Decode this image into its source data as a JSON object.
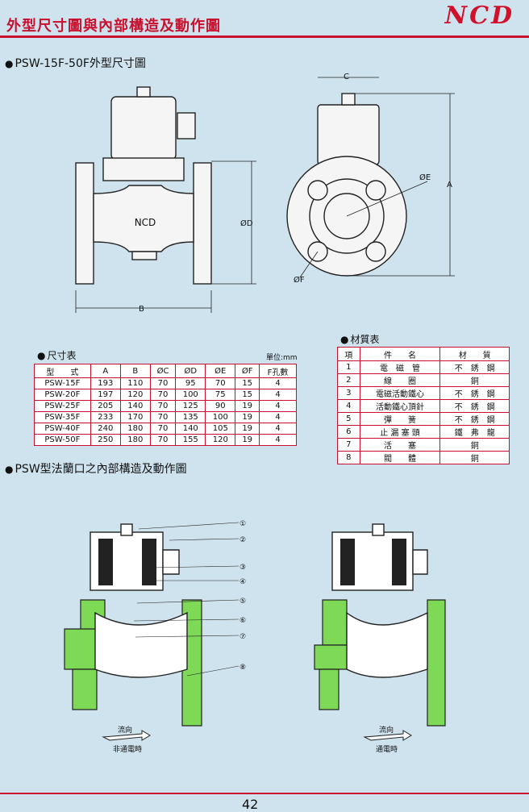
{
  "header": {
    "title": "外型尺寸圖與內部構造及動作圖",
    "logo": "NCD"
  },
  "outline": {
    "heading": "PSW-15F-50F外型尺寸圖",
    "body_label": "NCD",
    "dims": {
      "a": "A",
      "b": "B",
      "c": "C",
      "d": "ØD",
      "e": "ØE",
      "f": "ØF"
    }
  },
  "dimension_table": {
    "heading": "尺寸表",
    "unit": "單位:mm",
    "columns": [
      "型　　式",
      "A",
      "B",
      "ØC",
      "ØD",
      "ØE",
      "ØF",
      "F孔數"
    ],
    "rows": [
      [
        "PSW-15F",
        "193",
        "110",
        "70",
        "95",
        "70",
        "15",
        "4"
      ],
      [
        "PSW-20F",
        "197",
        "120",
        "70",
        "100",
        "75",
        "15",
        "4"
      ],
      [
        "PSW-25F",
        "205",
        "140",
        "70",
        "125",
        "90",
        "19",
        "4"
      ],
      [
        "PSW-35F",
        "233",
        "170",
        "70",
        "135",
        "100",
        "19",
        "4"
      ],
      [
        "PSW-40F",
        "240",
        "180",
        "70",
        "140",
        "105",
        "19",
        "4"
      ],
      [
        "PSW-50F",
        "250",
        "180",
        "70",
        "155",
        "120",
        "19",
        "4"
      ]
    ]
  },
  "material_table": {
    "heading": "材質表",
    "columns": [
      "項",
      "件　　名",
      "材　　質"
    ],
    "rows": [
      [
        "1",
        "電　磁　管",
        "不　銹　鋼"
      ],
      [
        "2",
        "線　　圈",
        "銅"
      ],
      [
        "3",
        "電磁活動鐵心",
        "不　銹　鋼"
      ],
      [
        "4",
        "活動鐵心頂針",
        "不　銹　鋼"
      ],
      [
        "5",
        "彈　　簧",
        "不　銹　鋼"
      ],
      [
        "6",
        "止 漏 塞 頭",
        "鐵　弗　龍"
      ],
      [
        "7",
        "活　　塞",
        "銅"
      ],
      [
        "8",
        "閥　　體",
        "銅"
      ]
    ]
  },
  "internal": {
    "heading": "PSW型法蘭口之內部構造及動作圖",
    "callouts": [
      "①",
      "②",
      "③",
      "④",
      "⑤",
      "⑥",
      "⑦",
      "⑧"
    ],
    "left_flow": "流向",
    "left_state": "非通電時",
    "right_flow": "流向",
    "right_state": "通電時"
  },
  "page": {
    "number": "42"
  }
}
